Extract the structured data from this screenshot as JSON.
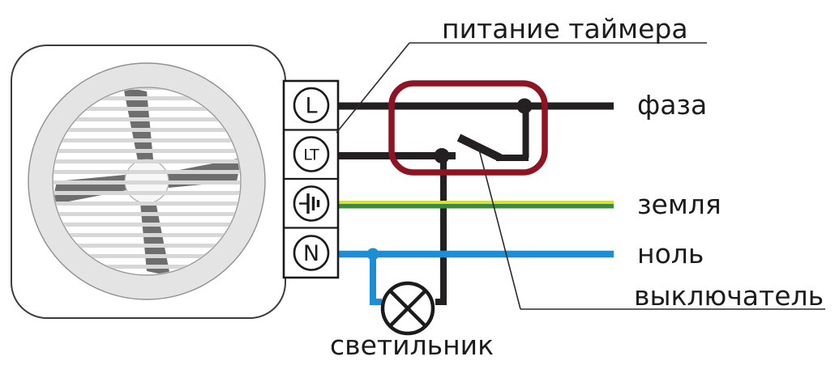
{
  "diagram": {
    "title": "питание таймера",
    "labels": {
      "phase": "фаза",
      "earth": "земля",
      "neutral": "ноль",
      "switch": "выключатель",
      "lamp": "светильник"
    },
    "terminals": [
      {
        "label": "L"
      },
      {
        "label": "LT"
      },
      {
        "label": "",
        "icon": "earth-ground-icon"
      },
      {
        "label": "N"
      }
    ],
    "colors": {
      "wire_black": "#241f20",
      "earth_yellow": "#d9e03c",
      "earth_green": "#3c8a40",
      "neutral_blue": "#1d8ed3",
      "highlight_red": "#8e1423",
      "fan_ring_gray": "#e4e4e4",
      "blade_gray": "#6e6e6e"
    }
  }
}
